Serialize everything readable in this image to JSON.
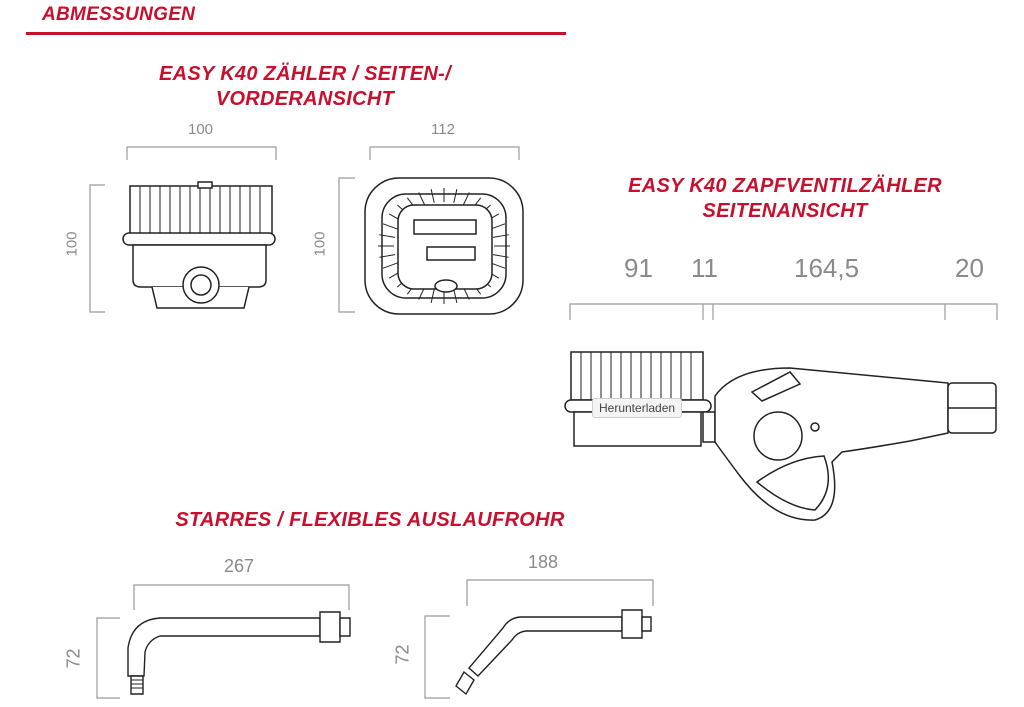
{
  "heading": "ABMESSUNGEN",
  "sections": {
    "meter_views": {
      "title_line1": "EASY K40 ZÄHLER / SEITEN-/",
      "title_line2": "VORDERANSICHT"
    },
    "nozzle_side": {
      "title_line1": "EASY K40 ZAPFVENTILZÄHLER",
      "title_line2": "SEITENANSICHT"
    },
    "spouts": {
      "title": "STARRES / FLEXIBLES AUSLAUFROHR"
    }
  },
  "dimensions": {
    "meter_side": {
      "width": "100",
      "height": "100"
    },
    "meter_front": {
      "width": "112",
      "height": "100"
    },
    "nozzle": {
      "d1": "91",
      "d2": "11",
      "d3": "164,5",
      "d4": "20"
    },
    "rigid_spout": {
      "length": "267",
      "height": "72"
    },
    "flexible_spout": {
      "length": "188",
      "height": "72"
    }
  },
  "tooltip": "Herunterladen",
  "colors": {
    "accent": "#c8102e",
    "dimension": "#8a8a8a",
    "line": "#222222"
  }
}
